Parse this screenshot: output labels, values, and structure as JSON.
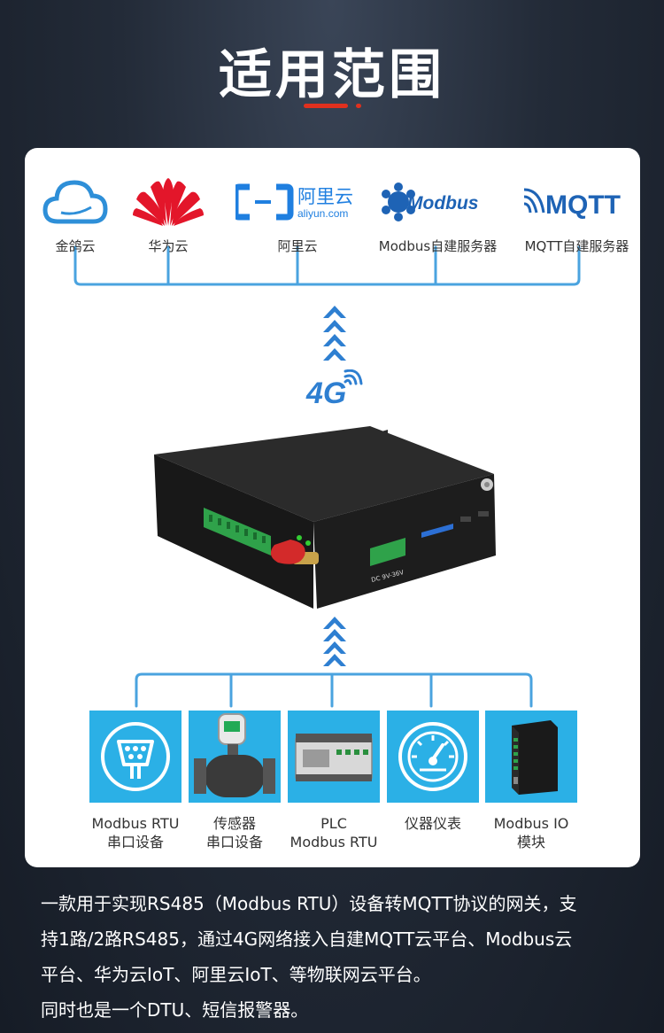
{
  "title": "适用范围",
  "platforms": [
    {
      "name": "金鸽云",
      "icon": "cloud-icon"
    },
    {
      "name": "华为云",
      "icon": "huawei-logo"
    },
    {
      "name": "阿里云",
      "icon": "aliyun-logo",
      "logo_text": "阿里云",
      "logo_sub": "aliyun.com"
    },
    {
      "name": "Modbus自建服务器",
      "icon": "modbus-logo",
      "logo_text": "Modbus"
    },
    {
      "name": "MQTT自建服务器",
      "icon": "mqtt-logo",
      "logo_text": "MQTT"
    }
  ],
  "network_label": "4G",
  "devices": [
    {
      "line1": "Modbus RTU",
      "line2": "串口设备",
      "icon": "serial-port-icon"
    },
    {
      "line1": "传感器",
      "line2": "串口设备",
      "icon": "flow-sensor-icon"
    },
    {
      "line1": "PLC",
      "line2": "Modbus RTU",
      "icon": "plc-icon"
    },
    {
      "line1": "仪器仪表",
      "line2": "",
      "icon": "gauge-icon"
    },
    {
      "line1": "Modbus IO",
      "line2": "模块",
      "icon": "io-module-icon"
    }
  ],
  "description": [
    "一款用于实现RS485（Modbus  RTU）设备转MQTT协议的网关，支",
    "持1路/2路RS485，通过4G网络接入自建MQTT云平台、Modbus云",
    "平台、华为云IoT、阿里云IoT、等物联网云平台。",
    "同时也是一个DTU、短信报警器。"
  ],
  "colors": {
    "accent_red": "#e0301e",
    "line_blue": "#4aa3df",
    "tile_blue": "#2bb0e6",
    "arrow_blue": "#2e7fd1"
  }
}
